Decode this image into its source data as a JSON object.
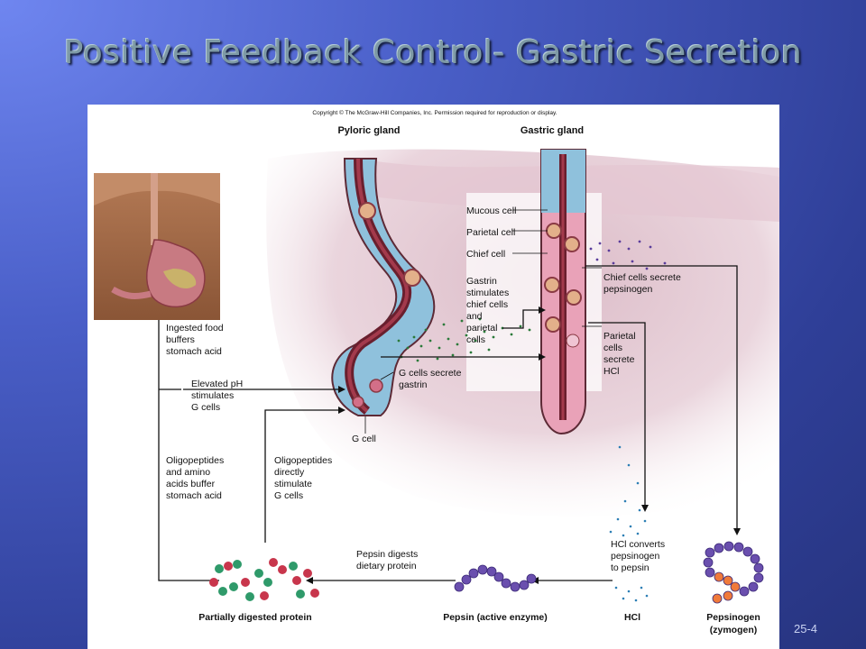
{
  "slide": {
    "title": "Positive Feedback Control- Gastric Secretion",
    "number": "25-4"
  },
  "figure": {
    "copyright": "Copyright © The McGraw-Hill Companies, Inc. Permission required for reproduction or display.",
    "headings": {
      "pyloric": "Pyloric gland",
      "gastric": "Gastric gland"
    },
    "cell_labels": [
      "Mucous cell",
      "Parietal cell",
      "Chief cell"
    ],
    "gastrin_note": [
      "Gastrin",
      "stimulates",
      "chief cells",
      "and",
      "parietal",
      "cells"
    ],
    "chief_secrete": [
      "Chief cells secrete",
      "pepsinogen"
    ],
    "parietal_secrete": [
      "Parietal",
      "cells",
      "secrete",
      "HCl"
    ],
    "g_cells_secrete": [
      "G cells secrete",
      "gastrin"
    ],
    "g_cell": "G cell",
    "ingested": [
      "Ingested food",
      "buffers",
      "stomach acid"
    ],
    "elevated": [
      "Elevated pH",
      "stimulates",
      "G cells"
    ],
    "oligo_buffer": [
      "Oligopeptides",
      "and amino",
      "acids buffer",
      "stomach acid"
    ],
    "oligo_direct": [
      "Oligopeptides",
      "directly",
      "stimulate",
      "G cells"
    ],
    "hcl_converts": [
      "HCl converts",
      "pepsinogen",
      "to pepsin"
    ],
    "pepsin_digests": [
      "Pepsin digests",
      "dietary protein"
    ],
    "bottom": {
      "partial": "Partially digested protein",
      "pepsin": "Pepsin (active enzyme)",
      "hcl": "HCl",
      "pepsinogen": "Pepsinogen",
      "zymogen": "(zymogen)"
    }
  }
}
